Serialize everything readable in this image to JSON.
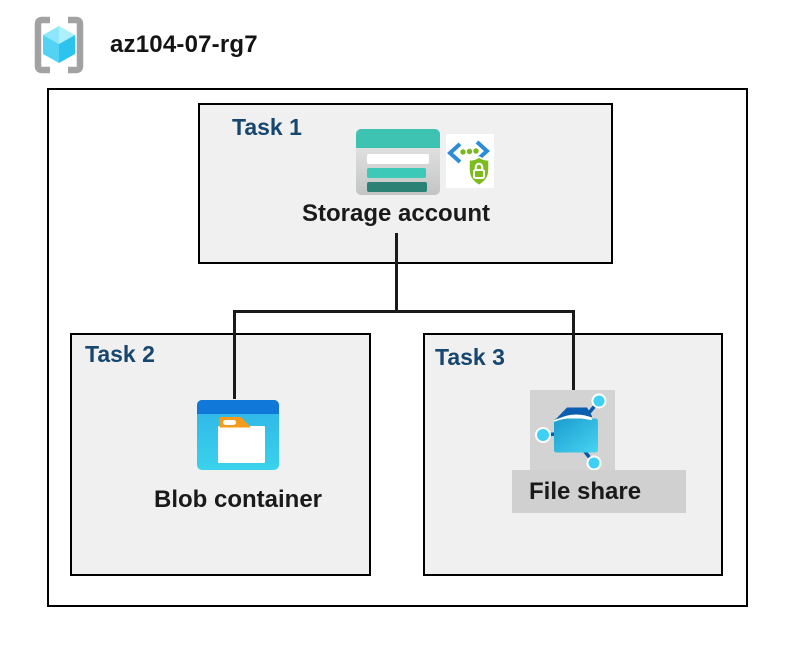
{
  "header": {
    "resource_group_name": "az104-07-rg7",
    "icon": "resource-group-icon"
  },
  "tasks": [
    {
      "label": "Task 1",
      "resource": "Storage account",
      "icons": [
        "storage-account-icon",
        "secure-access-sas-icon"
      ]
    },
    {
      "label": "Task 2",
      "resource": "Blob container",
      "icons": [
        "blob-container-icon"
      ]
    },
    {
      "label": "Task 3",
      "resource": "File share",
      "icons": [
        "file-share-icon"
      ]
    }
  ],
  "connections": [
    {
      "from": "Storage account",
      "to": "Blob container"
    },
    {
      "from": "Storage account",
      "to": "File share"
    }
  ],
  "colors": {
    "task_label_navy": "#17466e",
    "box_fill": "#f0f0f0",
    "border_black": "#000000",
    "storage_teal": "#3ec3b2",
    "storage_teal_dark": "#2a8174",
    "blob_bar_blue": "#0f78d8",
    "blob_body_cyan": "#39d1ec",
    "folder_tab_orange": "#f49b1c",
    "sas_green": "#7ab71c",
    "sas_blue": "#2c8cd8",
    "selection_gray": "#d0d0d0",
    "rg_bracket_gray": "#a2a2a2",
    "rg_cube_cyan": "#2cc4ef"
  }
}
